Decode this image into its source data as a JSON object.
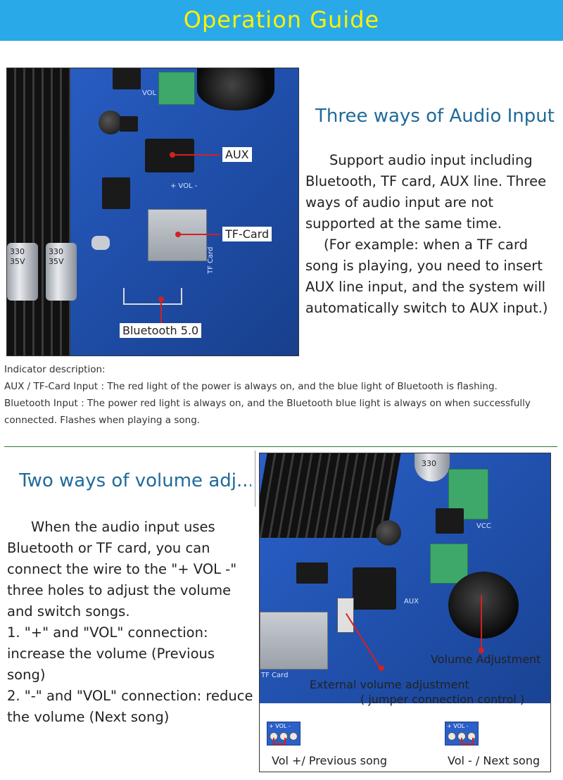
{
  "banner": {
    "title": "Operation  Guide",
    "bg_color": "#2aa9e8",
    "title_color": "#fff100"
  },
  "section1": {
    "heading": "Three ways of Audio Input",
    "paragraph1": "Support audio input including Bluetooth, TF card, AUX line. Three ways of audio input are not supported at the same time.",
    "paragraph2": "(For example: when a TF card song is playing, you need to insert AUX line input, and the system will automatically switch to AUX input.)",
    "callouts": {
      "aux": "AUX",
      "tf_card": "TF-Card",
      "bluetooth": "Bluetooth 5.0"
    }
  },
  "indicator": {
    "title": "Indicator description:",
    "line1": "AUX / TF-Card Input : The red light of the power is always on, and the blue light of Bluetooth is flashing.",
    "line2": "Bluetooth Input : The power red light is always on, and the Bluetooth blue light is always on when successfully connected. Flashes when playing a song."
  },
  "section2": {
    "heading": "Two ways of volume adj...",
    "paragraph": "When the audio input uses Bluetooth or TF card, you can connect the wire to the \"+ VOL -\" three holes to adjust the volume and switch songs.",
    "item1": "1. \"+\" and \"VOL\" connection:  increase the volume (Previous song)",
    "item2": "2. \"-\" and \"VOL\" connection: reduce the volume (Next song)",
    "callouts": {
      "volume_adjustment": "Volume Adjustment",
      "external_line1": "External volume adjustment",
      "external_line2": "( jumper connection control )",
      "vol_plus": "Vol +/ Previous song",
      "vol_minus": "Vol - / Next song"
    }
  },
  "board_silkscreen": {
    "vol": "VOL",
    "vol_pins": "+ VOL -",
    "tf_card": "TF Card",
    "aux": "AUX",
    "vcc": "VCC",
    "cap_330": "330",
    "cap_35v": "35V"
  },
  "colors": {
    "accent_red": "#d42020",
    "heading_blue": "#1f6a9a",
    "rule_green": "#2d7a2d"
  }
}
